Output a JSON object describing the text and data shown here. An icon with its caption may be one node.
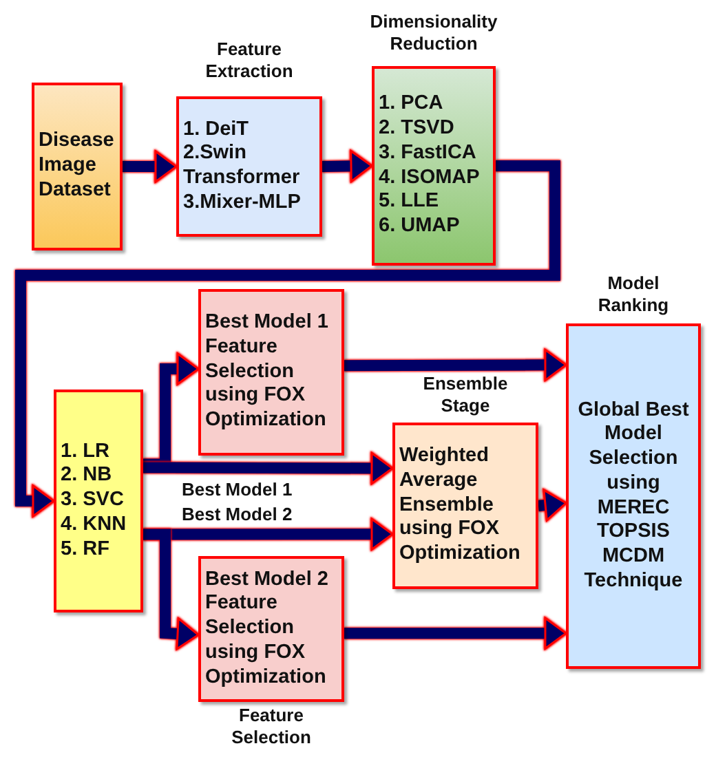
{
  "diagram": {
    "nodes": [
      {
        "text": [
          "Disease Image Dataset"
        ]
      },
      {
        "text": [
          "Feature Extraction",
          "1. DeiT",
          "2.Swin Transformer",
          "3.Mixer-MLP"
        ]
      },
      {
        "text": [
          "Dimensionality Reduction",
          "1. PCA",
          "2. TSVD",
          "3. FastICA",
          "4. ISOMAP",
          "5. LLE",
          "6. UMAP"
        ]
      },
      {
        "text": [
          "1. LR",
          "2. NB",
          "3. SVC",
          "4. KNN",
          "5. RF"
        ]
      },
      {
        "text": [
          "Best Model 1 Feature Selection using FOX Optimization"
        ]
      },
      {
        "text": [
          "Ensemble Stage",
          "Weighted Average Ensemble using FOX Optimization"
        ]
      },
      {
        "text": [
          "Best Model 2 Feature Selection using FOX Optimization",
          "Feature Selection"
        ]
      },
      {
        "text": [
          "Model Ranking",
          "Global Best Model Selection using MEREC TOPSIS MCDM Technique"
        ]
      }
    ],
    "edges": [
      {
        "from": 0,
        "to": 1,
        "arrow": "to"
      },
      {
        "from": 1,
        "to": 2,
        "arrow": "to"
      },
      {
        "from": 2,
        "to": 3,
        "arrow": "to"
      },
      {
        "from": 3,
        "to": 4,
        "arrow": "to"
      },
      {
        "from": 3,
        "to": 5,
        "arrow": "to",
        "label": "Best Model 1"
      },
      {
        "from": 3,
        "to": 5,
        "arrow": "to",
        "label": "Best Model 2"
      },
      {
        "from": 3,
        "to": 6,
        "arrow": "to"
      },
      {
        "from": 4,
        "to": 7,
        "arrow": "to"
      },
      {
        "from": 5,
        "to": 7,
        "arrow": "to"
      },
      {
        "from": 6,
        "to": 7,
        "arrow": "to"
      }
    ]
  }
}
